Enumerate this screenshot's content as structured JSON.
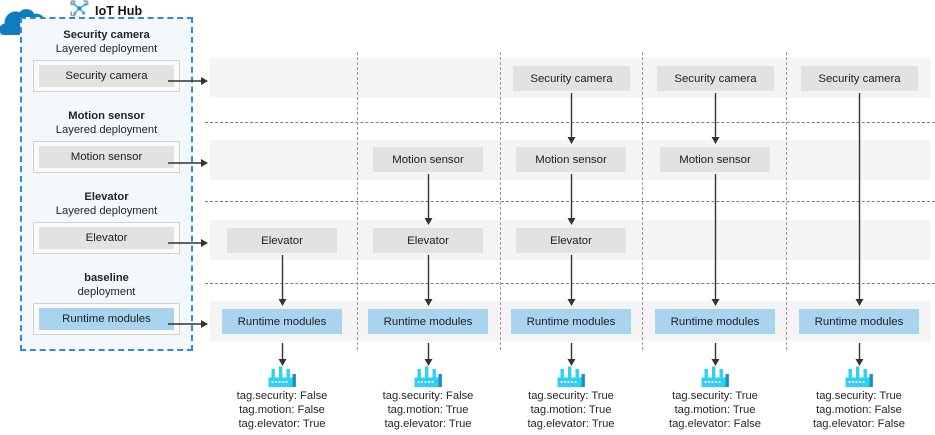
{
  "header": {
    "hub_label": "IoT Hub",
    "hub_icon": "iot-hub-network-icon",
    "cloud_icon": "cloud-icon"
  },
  "colors": {
    "panel_border": "#2f8ad8",
    "panel_fill": "#f3f8fc",
    "cloud": "#0f7cc2",
    "chip_gray": "#e2e2e2",
    "chip_blue": "#a9d4f0",
    "row_band": "#f4f4f4",
    "separator": "#9a9a9a",
    "arrow": "#333333",
    "factory_icon": "#1ec8f0"
  },
  "layered_panel": {
    "groups": [
      {
        "title_line1": "Security camera",
        "title_line2": "Layered deployment",
        "chip_label": "Security camera",
        "chip_style": "gray"
      },
      {
        "title_line1": "Motion sensor",
        "title_line2": "Layered deployment",
        "chip_label": "Motion sensor",
        "chip_style": "gray"
      },
      {
        "title_line1": "Elevator",
        "title_line2": "Layered deployment",
        "chip_label": "Elevator",
        "chip_style": "gray"
      },
      {
        "title_line1": "baseline",
        "title_line2": "deployment",
        "chip_label": "Runtime modules",
        "chip_style": "blue"
      }
    ]
  },
  "grid": {
    "row_labels": [
      "Security camera",
      "Motion sensor",
      "Elevator",
      "Runtime modules"
    ],
    "columns": [
      {
        "cells": [
          null,
          null,
          "Elevator",
          "Runtime modules"
        ],
        "cell_styles": [
          null,
          null,
          "gray",
          "blue"
        ],
        "factory_icon": "factory-icon",
        "tags": [
          "tag.security: False",
          "tag.motion: False",
          "tag.elevator: True"
        ]
      },
      {
        "cells": [
          null,
          "Motion sensor",
          "Elevator",
          "Runtime modules"
        ],
        "cell_styles": [
          null,
          "gray",
          "gray",
          "blue"
        ],
        "factory_icon": "factory-icon",
        "tags": [
          "tag.security: False",
          "tag.motion: True",
          "tag.elevator: True"
        ]
      },
      {
        "cells": [
          "Security camera",
          "Motion sensor",
          "Elevator",
          "Runtime modules"
        ],
        "cell_styles": [
          "gray",
          "gray",
          "gray",
          "blue"
        ],
        "factory_icon": "factory-icon",
        "tags": [
          "tag.security: True",
          "tag.motion: True",
          "tag.elevator: True"
        ]
      },
      {
        "cells": [
          "Security camera",
          "Motion sensor",
          null,
          "Runtime modules"
        ],
        "cell_styles": [
          "gray",
          "gray",
          null,
          "blue"
        ],
        "factory_icon": "factory-icon",
        "tags": [
          "tag.security: True",
          "tag.motion: True",
          "tag.elevator: False"
        ]
      },
      {
        "cells": [
          "Security camera",
          null,
          null,
          "Runtime modules"
        ],
        "cell_styles": [
          "gray",
          null,
          null,
          "blue"
        ],
        "factory_icon": "factory-icon",
        "tags": [
          "tag.security: True",
          "tag.motion: False",
          "tag.elevator: False"
        ]
      }
    ]
  }
}
